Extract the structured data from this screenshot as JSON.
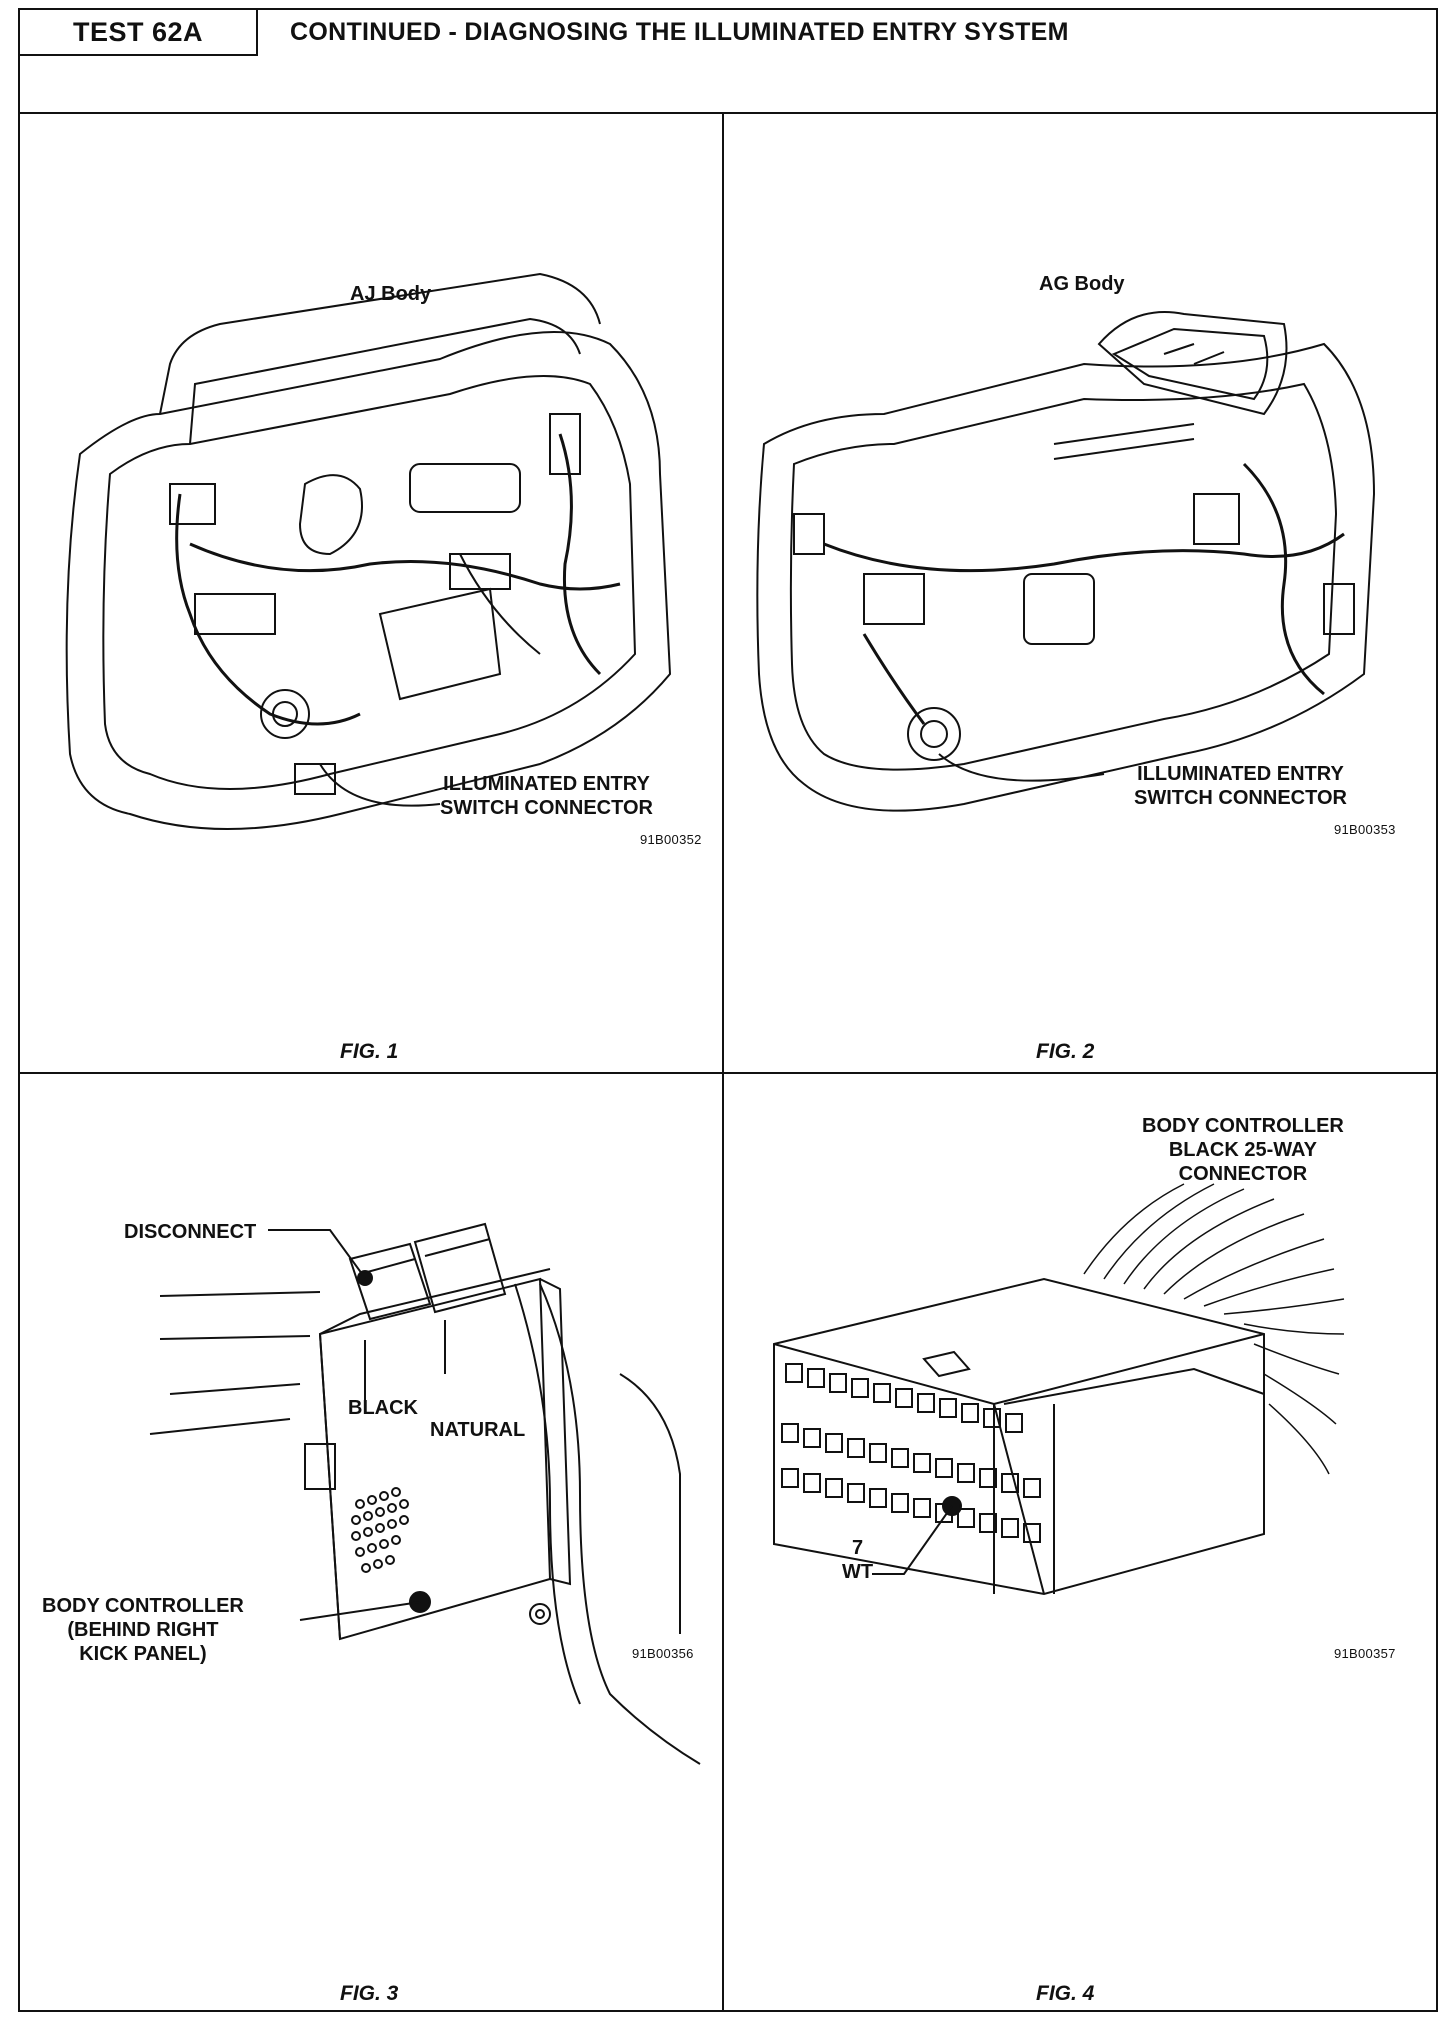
{
  "header": {
    "test_label": "TEST 62A",
    "title": "CONTINUED - DIAGNOSING THE ILLUMINATED ENTRY SYSTEM"
  },
  "fig1": {
    "body_label": "AJ Body",
    "callout_line1": "ILLUMINATED ENTRY",
    "callout_line2": "SWITCH CONNECTOR",
    "code": "91B00352",
    "caption": "FIG. 1"
  },
  "fig2": {
    "body_label": "AG Body",
    "callout_line1": "ILLUMINATED ENTRY",
    "callout_line2": "SWITCH CONNECTOR",
    "code": "91B00353",
    "caption": "FIG. 2"
  },
  "fig3": {
    "disconnect": "DISCONNECT",
    "black": "BLACK",
    "natural": "NATURAL",
    "callout_line1": "BODY CONTROLLER",
    "callout_line2": "(BEHIND RIGHT",
    "callout_line3": "KICK PANEL)",
    "code": "91B00356",
    "caption": "FIG. 3"
  },
  "fig4": {
    "title_line1": "BODY CONTROLLER",
    "title_line2": "BLACK 25-WAY",
    "title_line3": "CONNECTOR",
    "pin_number": "7",
    "pin_color": "WT",
    "code": "91B00357",
    "caption": "FIG. 4"
  }
}
